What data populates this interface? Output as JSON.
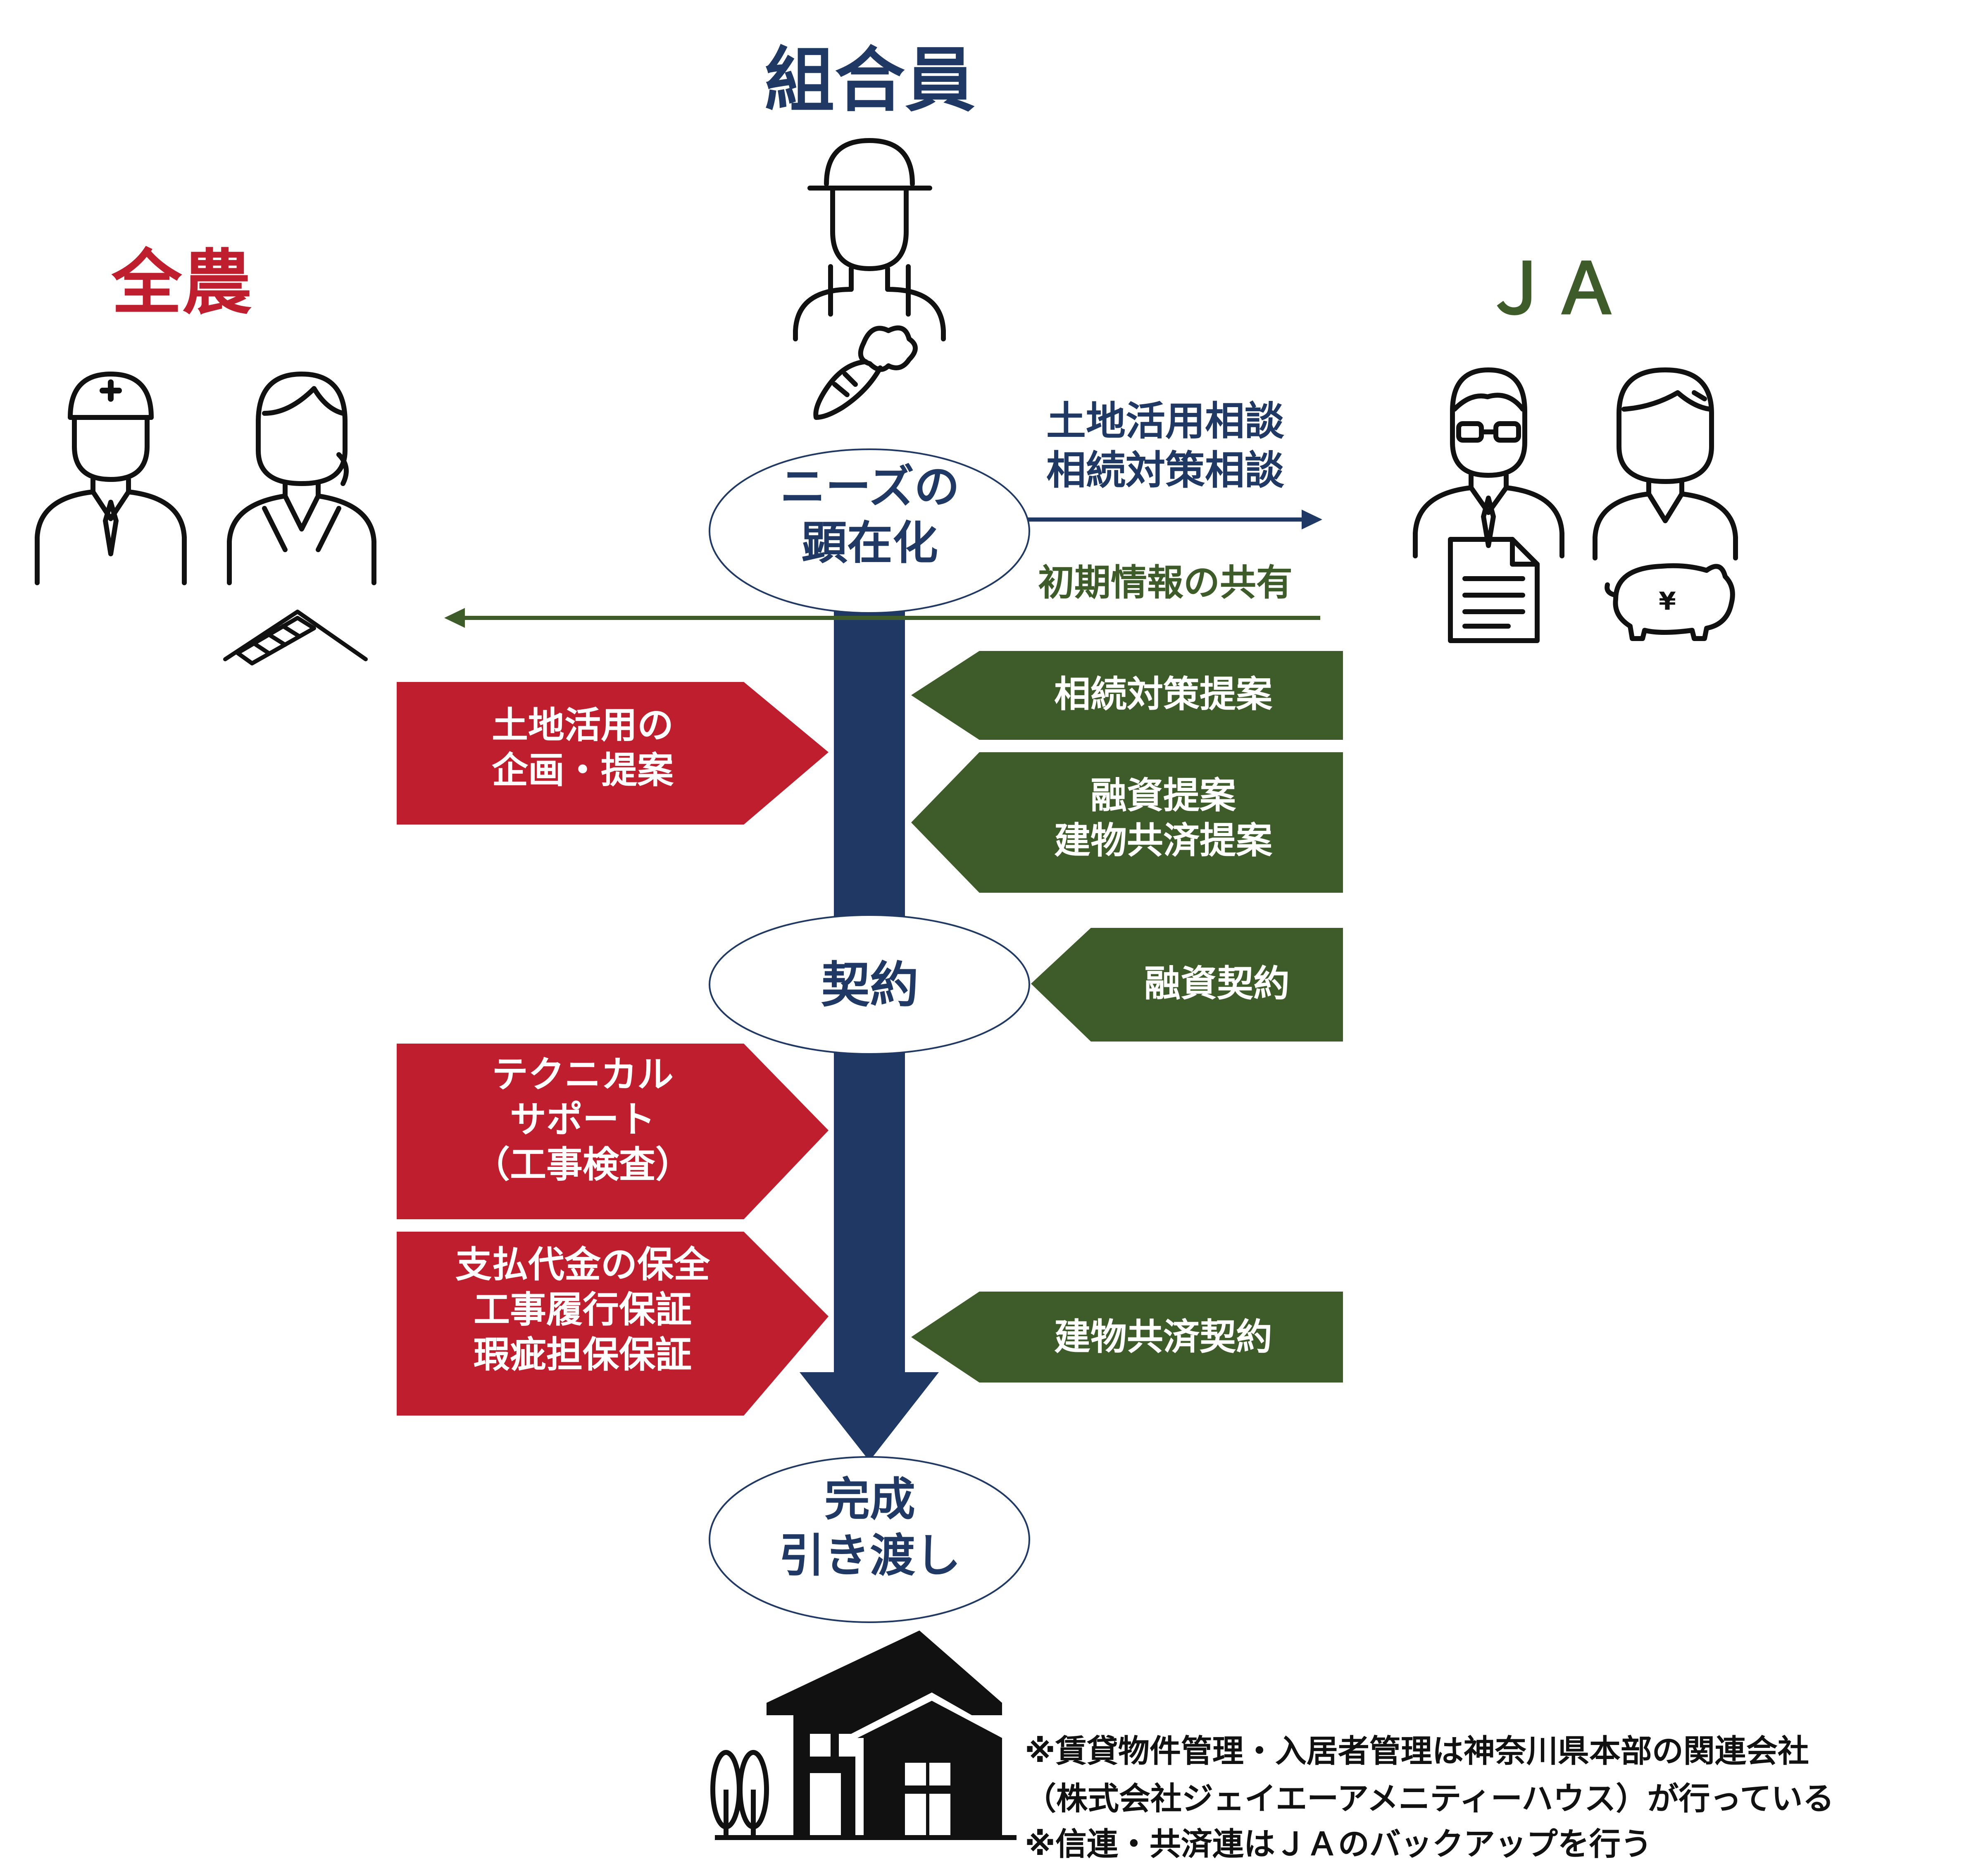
{
  "headings": {
    "member": "組合員",
    "zennoh": "全農",
    "ja": "ＪＡ"
  },
  "stages": {
    "needs": "ニーズの\n顕在化",
    "contract": "契約",
    "completion": "完成\n引き渡し"
  },
  "flows": {
    "consult": "土地活用相談\n相続対策相談",
    "share": "初期情報の共有"
  },
  "zennoh_items": [
    "土地活用の\n企画・提案",
    "テクニカル\nサポート\n（工事検査）",
    "支払代金の保全\n工事履行保証\n瑕疵担保保証"
  ],
  "ja_items": [
    "相続対策提案",
    "融資提案\n建物共済提案",
    "融資契約",
    "建物共済契約"
  ],
  "notes": [
    "※賃貸物件管理・入居者管理は神奈川県本部の関連会社",
    "（株式会社ジェイエーアメニティーハウス）が行っている",
    "※信連・共済連はＪＡのバックアップを行う"
  ],
  "colors": {
    "navy": "#1f3864",
    "red": "#be1e2d",
    "green": "#3e5c2a"
  },
  "icons": [
    "farmer-icon",
    "carrot-icon",
    "construction-worker-icon",
    "office-woman-icon",
    "solar-roof-icon",
    "businessman-glasses-icon",
    "document-icon",
    "office-woman-2-icon",
    "piggy-bank-yen-icon",
    "house-icon",
    "trees-icon"
  ]
}
